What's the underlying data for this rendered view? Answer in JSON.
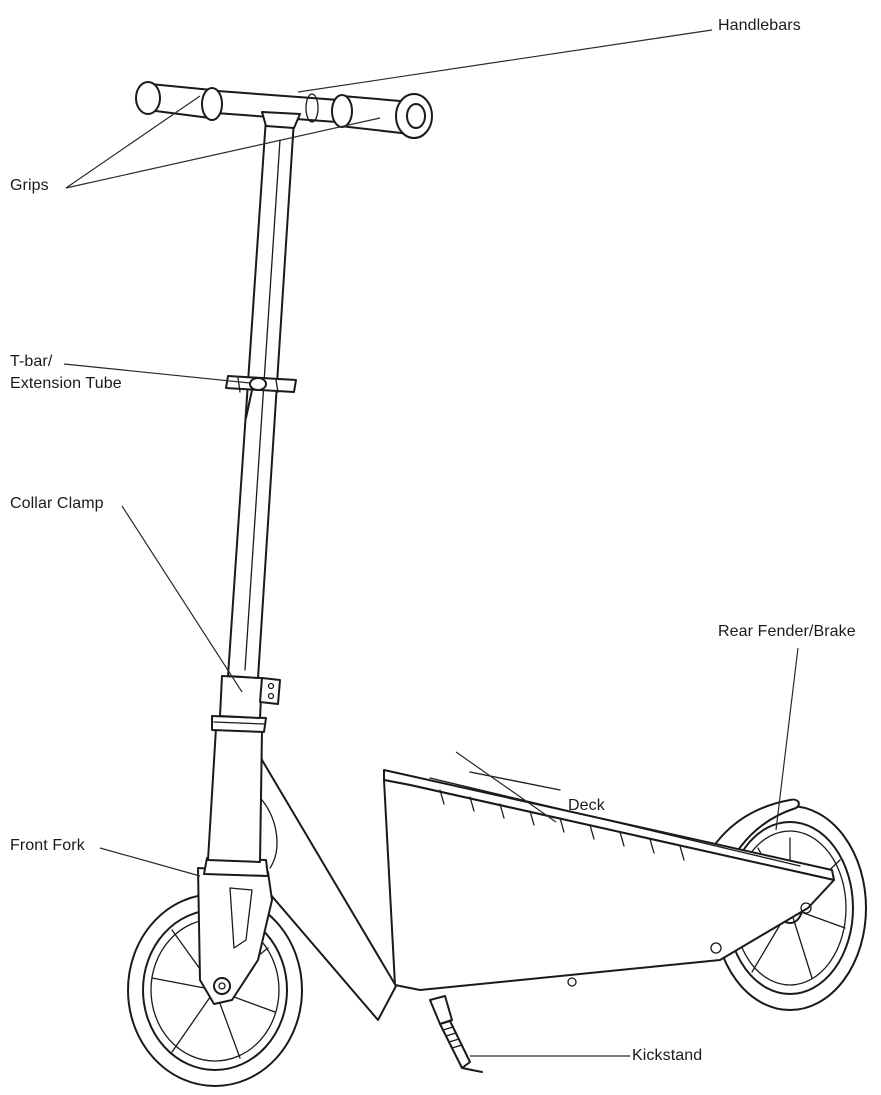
{
  "labels": {
    "handlebars": "Handlebars",
    "grips": "Grips",
    "tbar_line1": "T-bar/",
    "tbar_line2": "Extension Tube",
    "collar_clamp": "Collar Clamp",
    "rear_fender": "Rear Fender/Brake",
    "deck": "Deck",
    "front_fork": "Front Fork",
    "kickstand": "Kickstand"
  },
  "colors": {
    "line": "#1a1a1a",
    "background": "#ffffff"
  }
}
